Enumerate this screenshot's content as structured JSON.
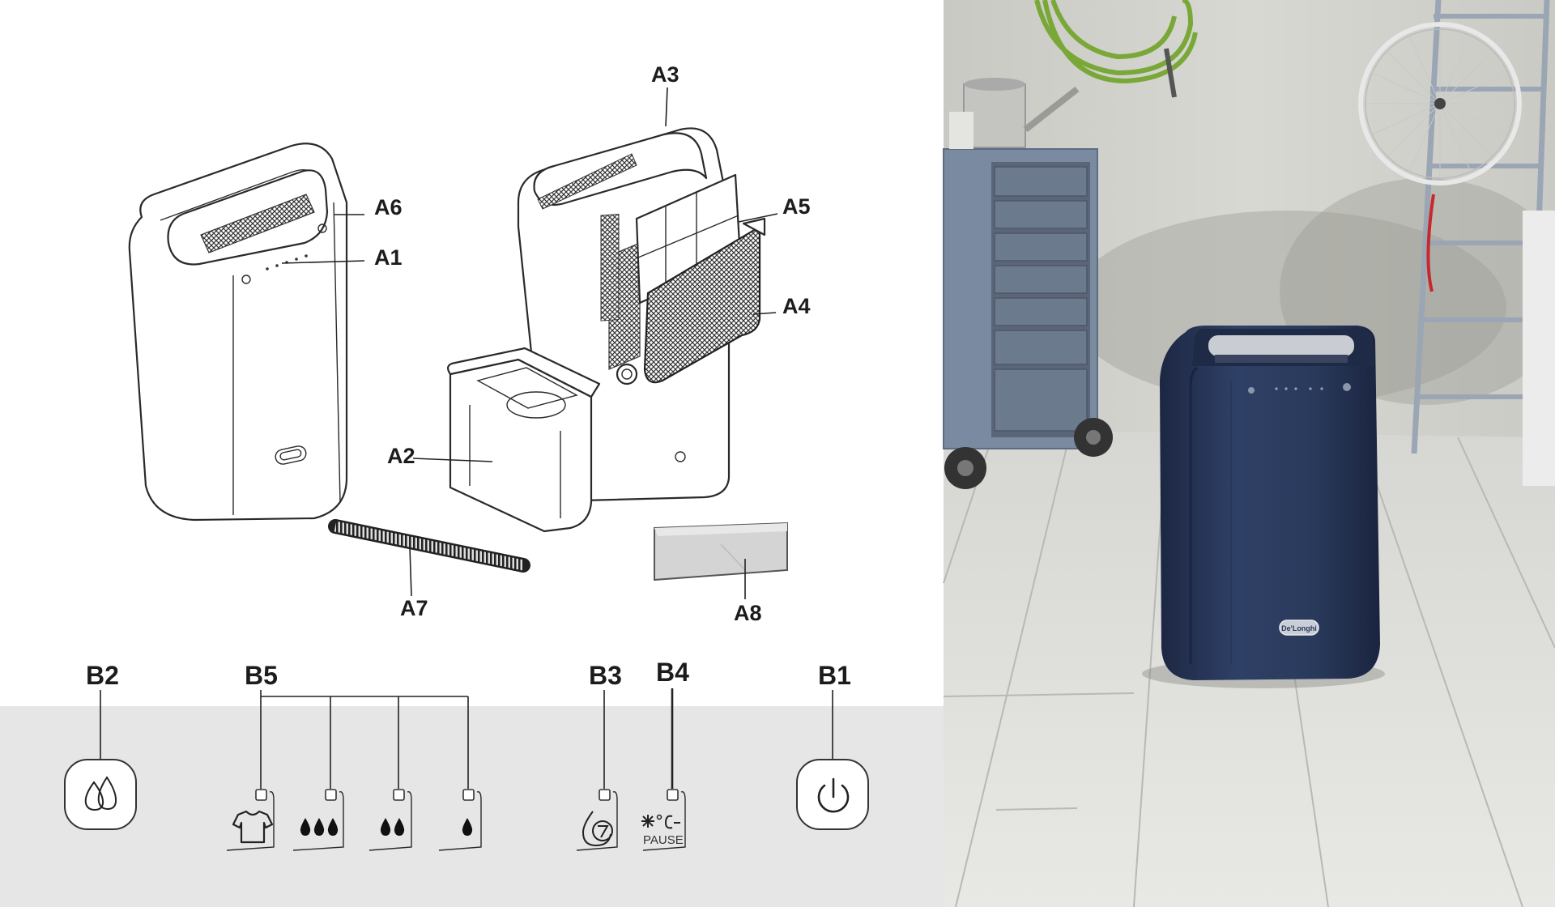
{
  "diagram": {
    "parts": {
      "a1": "A1",
      "a2": "A2",
      "a3": "A3",
      "a4": "A4",
      "a5": "A5",
      "a6": "A6",
      "a7": "A7",
      "a8": "A8"
    },
    "panel": {
      "b1": "B1",
      "b2": "B2",
      "b3": "B3",
      "b4": "B4",
      "b5": "B5",
      "pause_text": "PAUSE",
      "icons": {
        "b2": "water-drops-icon",
        "b5_1": "shirt-icon",
        "b5_2": "three-drops-icon",
        "b5_3": "two-drops-icon",
        "b5_4": "one-drop-icon",
        "b3": "drop-timer-icon",
        "b4": "snowflake-temperature-icon",
        "b1": "power-icon"
      }
    }
  },
  "photo": {
    "brand_badge": "De'Longhi",
    "colors": {
      "unit": "#2a3a5c",
      "floor": "#dcdcd8",
      "wall": "#cfcfca"
    }
  }
}
